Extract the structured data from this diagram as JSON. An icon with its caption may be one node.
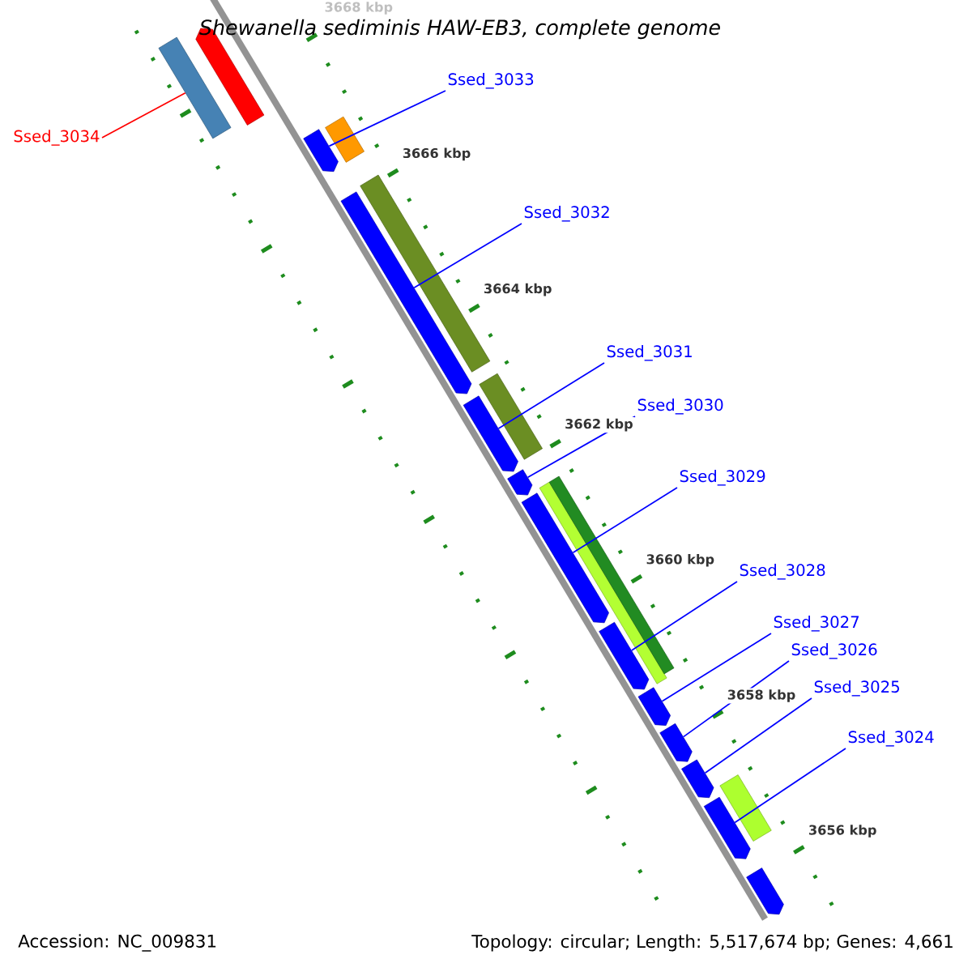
{
  "diagram": {
    "title": "Shewanella sediminis HAW-EB3, complete genome",
    "nodes": [
      {
        "text": [
          "Ssed_3034"
        ]
      },
      {
        "text": [
          "Ssed_3033"
        ]
      },
      {
        "text": [
          "Ssed_3032"
        ]
      },
      {
        "text": [
          "Ssed_3031"
        ]
      },
      {
        "text": [
          "Ssed_3030"
        ]
      },
      {
        "text": [
          "Ssed_3029"
        ]
      },
      {
        "text": [
          "Ssed_3028"
        ]
      },
      {
        "text": [
          "Ssed_3027"
        ]
      },
      {
        "text": [
          "Ssed_3026"
        ]
      },
      {
        "text": [
          "Ssed_3025"
        ]
      },
      {
        "text": [
          "Ssed_3024"
        ]
      },
      {
        "text": [],
        "shape": "bar"
      },
      {
        "text": [],
        "shape": "arrow"
      },
      {
        "text": [],
        "shape": "arrow"
      },
      {
        "text": [],
        "shape": "bar"
      },
      {
        "text": [],
        "shape": "arrow"
      },
      {
        "text": [],
        "shape": "bar"
      },
      {
        "text": [],
        "shape": "arrow"
      },
      {
        "text": [],
        "shape": "bar"
      },
      {
        "text": [],
        "shape": "arrow"
      },
      {
        "text": [],
        "shape": "bar"
      },
      {
        "text": [],
        "shape": "bar"
      },
      {
        "text": [],
        "shape": "arrow"
      },
      {
        "text": [],
        "shape": "arrow"
      },
      {
        "text": [],
        "shape": "arrow"
      },
      {
        "text": [],
        "shape": "arrow"
      },
      {
        "text": [],
        "shape": "arrow"
      },
      {
        "text": [],
        "shape": "bar"
      },
      {
        "text": [],
        "shape": "arrow"
      },
      {
        "text": [],
        "shape": "arrow"
      }
    ],
    "edges": [
      {
        "from": 0,
        "to": 11,
        "arrow": "none",
        "color": "#ff0000"
      },
      {
        "from": 1,
        "to": 13,
        "arrow": "none"
      },
      {
        "from": 2,
        "to": 15,
        "arrow": "none"
      },
      {
        "from": 3,
        "to": 17,
        "arrow": "none"
      },
      {
        "from": 4,
        "to": 19,
        "arrow": "none"
      },
      {
        "from": 5,
        "to": 22,
        "arrow": "none"
      },
      {
        "from": 6,
        "to": 23,
        "arrow": "none"
      },
      {
        "from": 7,
        "to": 24,
        "arrow": "none"
      },
      {
        "from": 8,
        "to": 25,
        "arrow": "none"
      },
      {
        "from": 9,
        "to": 26,
        "arrow": "none"
      },
      {
        "from": 10,
        "to": 28,
        "arrow": "none"
      }
    ],
    "labels": [
      "3668 kbp",
      "3666 kbp",
      "3664 kbp",
      "3662 kbp",
      "3660 kbp",
      "3658 kbp",
      "3656 kbp",
      "Accession: NC_009831",
      "Topology: circular; Length: 5,517,674 bp; Genes: 4,661"
    ]
  }
}
